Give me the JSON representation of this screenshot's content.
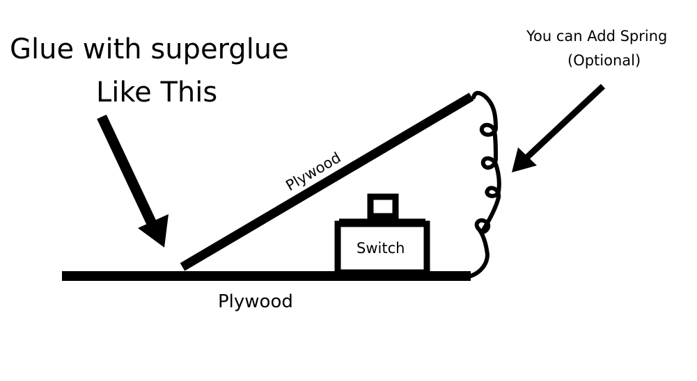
{
  "instructions": {
    "line1": "Glue with superglue",
    "line2": "Like This"
  },
  "spring_note": {
    "line1": "You can Add Spring",
    "line2": "(Optional)"
  },
  "labels": {
    "top_board": "Plywood",
    "base_board": "Plywood",
    "switch": "Switch"
  },
  "colors": {
    "ink": "#000000",
    "background": "#ffffff"
  }
}
